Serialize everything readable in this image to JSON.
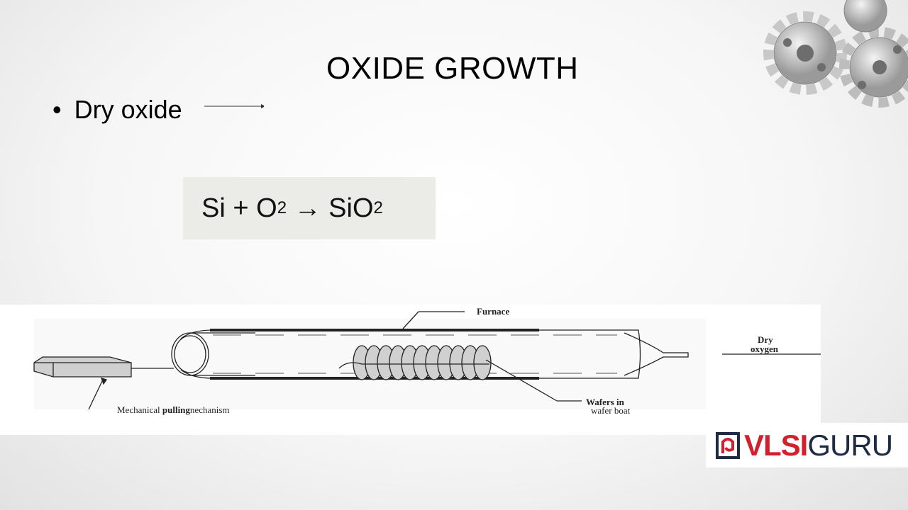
{
  "slide": {
    "title": "OXIDE GROWTH",
    "bullets": [
      {
        "symbol": "•",
        "text": "Dry oxide"
      }
    ],
    "equation": {
      "lhs_1": "Si",
      "plus": "+",
      "lhs_2": "O",
      "lhs_2_sub": "2",
      "arrow": "→",
      "rhs": "SiO",
      "rhs_sub": "2"
    },
    "diagram": {
      "labels": {
        "furnace": "Furnace",
        "dry_oxygen_1": "Dry",
        "dry_oxygen_2": "oxygen",
        "wafers_1": "Wafers in",
        "wafers_2": "wafer boat",
        "mech_1": "Mechanical ",
        "mech_2": "pulling",
        "mech_3": "nechanism"
      }
    },
    "logo": {
      "part1": "VLSI",
      "part2": "GURU",
      "colors": {
        "red": "#d3202f",
        "navy": "#1f2a44"
      }
    }
  }
}
